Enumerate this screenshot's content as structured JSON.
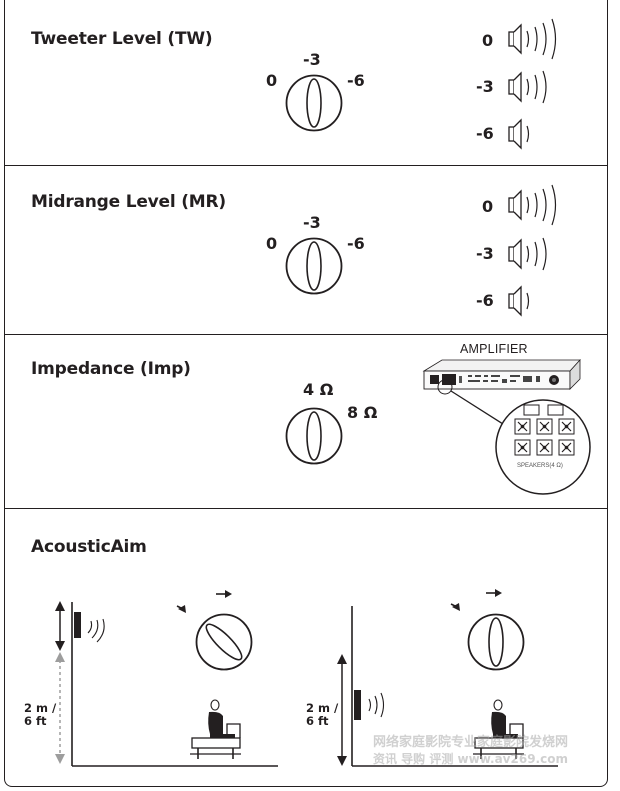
{
  "sections": {
    "tweeter": {
      "title": "Tweeter Level (TW)",
      "knob_left": "0",
      "knob_top": "-3",
      "knob_right": "-6",
      "steps": [
        "0",
        "-3",
        "-6"
      ]
    },
    "midrange": {
      "title": "Midrange Level (MR)",
      "knob_left": "0",
      "knob_top": "-3",
      "knob_right": "-6",
      "steps": [
        "0",
        "-3",
        "-6"
      ]
    },
    "impedance": {
      "title": "Impedance (Imp)",
      "knob_top": "4 Ω",
      "knob_right": "8 Ω",
      "amplifier_label": "AMPLIFIER",
      "speakers_label": "SPEAKERS(4 Ω)"
    },
    "acousticaim": {
      "title": "AcousticAim",
      "left_height": "2 m /\n6 ft",
      "right_height": "2 m /\n6 ft"
    }
  },
  "watermark": {
    "line1": "网络家庭影院专业家庭影院发烧网",
    "line2": "资讯 导购 评测 www.av269.com"
  },
  "colors": {
    "ink": "#231f20",
    "watermark": "#aaaaaa",
    "dashed_arrow": "#9d9d9d"
  }
}
